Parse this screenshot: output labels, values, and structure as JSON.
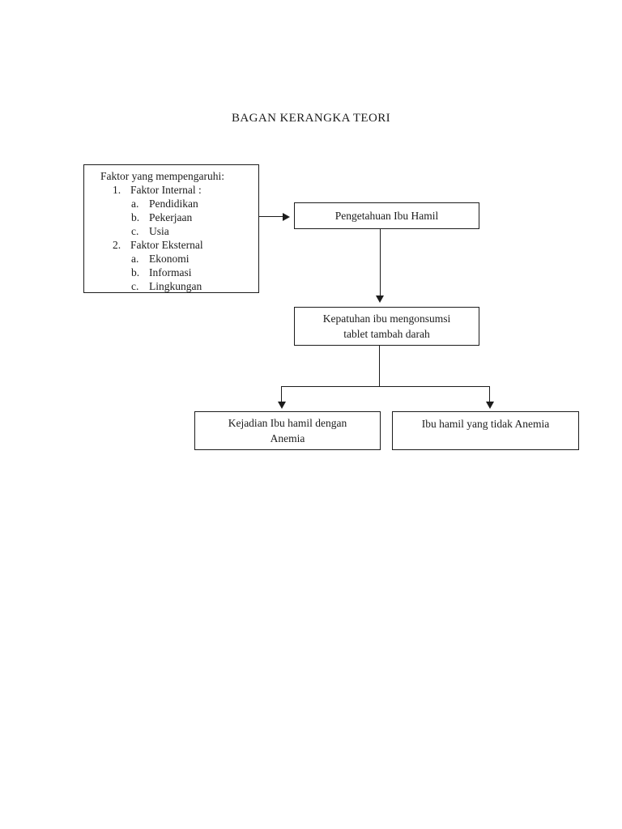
{
  "title": "BAGAN KERANGKA TEORI",
  "colors": {
    "background": "#ffffff",
    "line": "#1c1c1c",
    "text": "#1c1c1c"
  },
  "factors_box": {
    "heading": "Faktor yang mempengaruhi:",
    "items": [
      {
        "marker": "1.",
        "label": "Faktor Internal :",
        "level": 1
      },
      {
        "marker": "a.",
        "label": "Pendidikan",
        "level": 2
      },
      {
        "marker": "b.",
        "label": "Pekerjaan",
        "level": 2
      },
      {
        "marker": "c.",
        "label": "Usia",
        "level": 2
      },
      {
        "marker": "2.",
        "label": "Faktor Eksternal",
        "level": 1
      },
      {
        "marker": "a.",
        "label": "Ekonomi",
        "level": 2
      },
      {
        "marker": "b.",
        "label": "Informasi",
        "level": 2
      },
      {
        "marker": "c.",
        "label": "Lingkungan",
        "level": 2
      }
    ]
  },
  "nodes": {
    "pengetahuan": {
      "label": "Pengetahuan Ibu Hamil"
    },
    "kepatuhan": {
      "label": "Kepatuhan ibu mengonsumsi tablet tambah darah"
    },
    "kejadian_anemia": {
      "label": "Kejadian Ibu hamil dengan Anemia"
    },
    "tidak_anemia": {
      "label": "Ibu hamil yang tidak Anemia"
    }
  }
}
